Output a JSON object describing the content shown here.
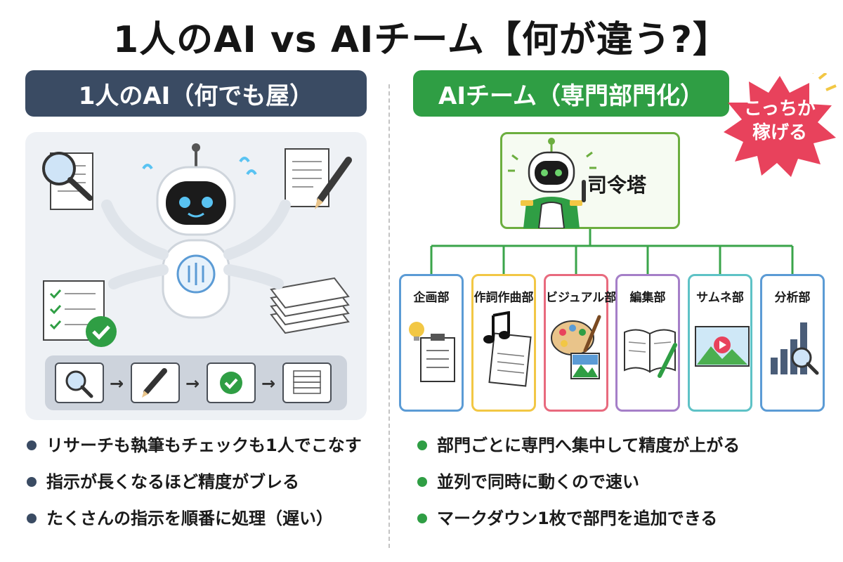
{
  "title": "1人のAI vs AIチーム【何が違う?】",
  "left": {
    "header": "1人のAI（何でも屋）",
    "bullets": [
      "リサーチも執筆もチェックも1人でこなす",
      "指示が長くなるほど精度がブレる",
      "たくさんの指示を順番に処理（遅い）"
    ],
    "flow_icons": [
      "magnifier-icon",
      "pencil-icon",
      "check-icon",
      "paper-stack-icon"
    ]
  },
  "right": {
    "header": "AIチーム（専門部門化）",
    "badge": "こっちが\n稼げる",
    "hq_label": "司令塔",
    "departments": [
      {
        "label": "企画部",
        "icon": "lightbulb-clipboard-icon",
        "color": "#5b9bd5"
      },
      {
        "label": "作詞作曲部",
        "icon": "music-note-icon",
        "color": "#f2c744"
      },
      {
        "label": "ビジュアル部",
        "icon": "palette-icon",
        "color": "#e86a7e"
      },
      {
        "label": "編集部",
        "icon": "book-pen-icon",
        "color": "#a57fc8"
      },
      {
        "label": "サムネ部",
        "icon": "thumbnail-image-icon",
        "color": "#5ec2c6"
      },
      {
        "label": "分析部",
        "icon": "bar-chart-magnifier-icon",
        "color": "#5b9bd5"
      }
    ],
    "bullets": [
      "部門ごとに専門へ集中して精度が上がる",
      "並列で同時に動くので速い",
      "マークダウン1枚で部門を追加できる"
    ]
  },
  "colors": {
    "left_accent": "#3a4b63",
    "right_accent": "#2f9e44",
    "badge": "#e8425c"
  }
}
